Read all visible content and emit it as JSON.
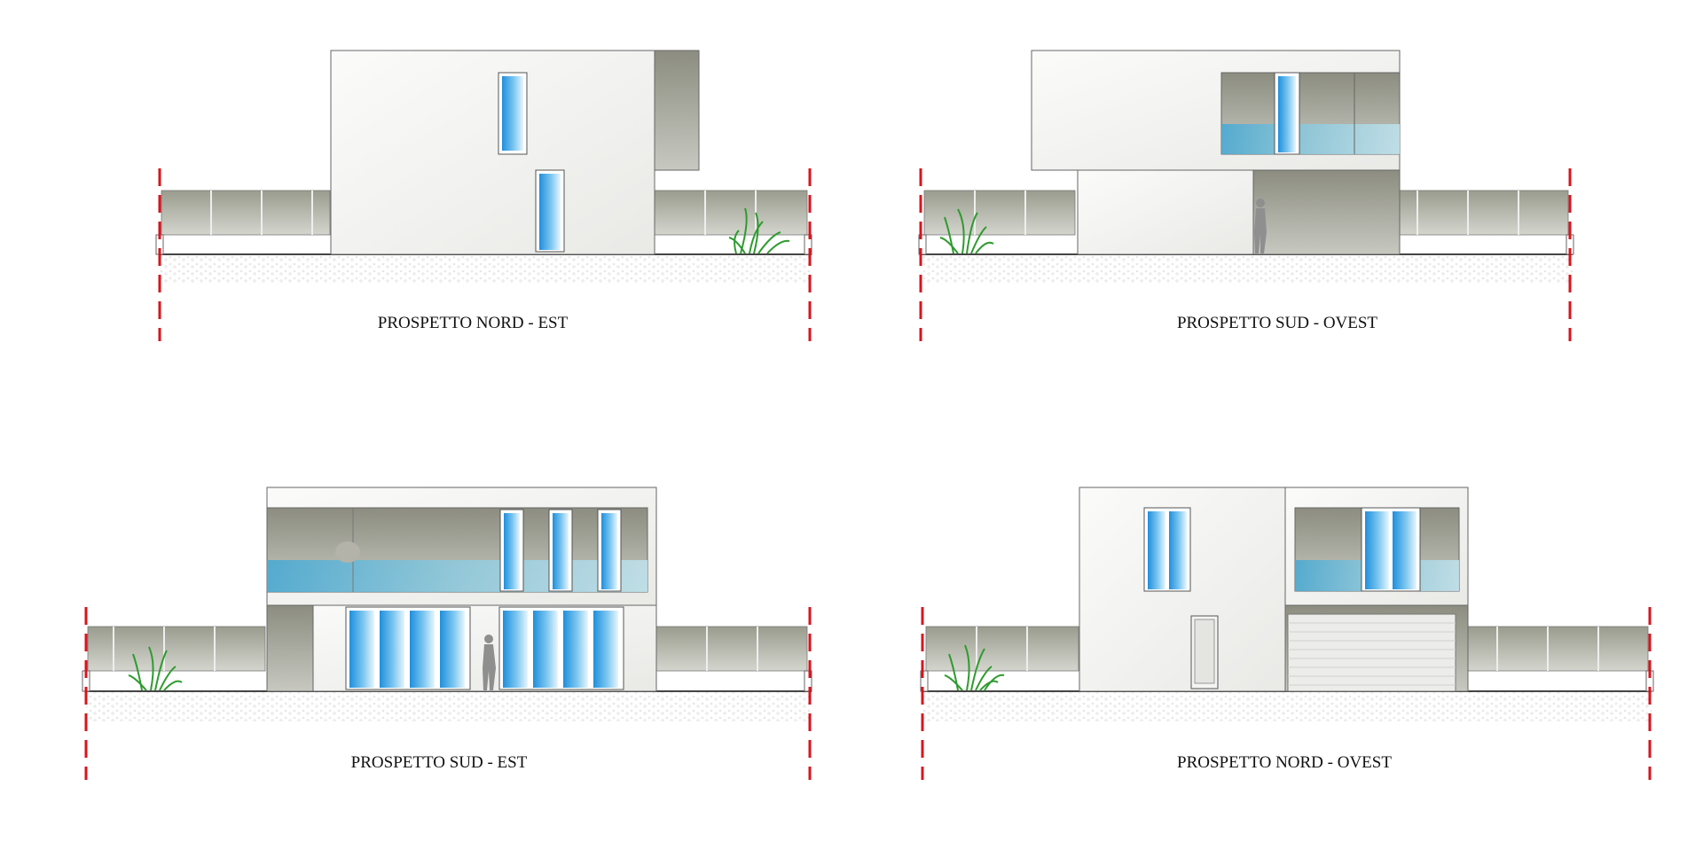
{
  "elevations": {
    "nord_est": {
      "title": "PROSPETTO NORD - EST"
    },
    "sud_ovest": {
      "title": "PROSPETTO SUD - OVEST"
    },
    "sud_est": {
      "title": "PROSPETTO SUD - EST"
    },
    "nord_ovest": {
      "title": "PROSPETTO NORD - OVEST"
    }
  },
  "colors": {
    "wall": "#f2f2f0",
    "dark_wall": "#9a9a8e",
    "fence": "#a3a597",
    "glass": "#4aa8e0",
    "glass_light": "#dff1fb",
    "axis_red": "#d9141c",
    "plant": "#3aa83a",
    "outline": "#555555"
  }
}
